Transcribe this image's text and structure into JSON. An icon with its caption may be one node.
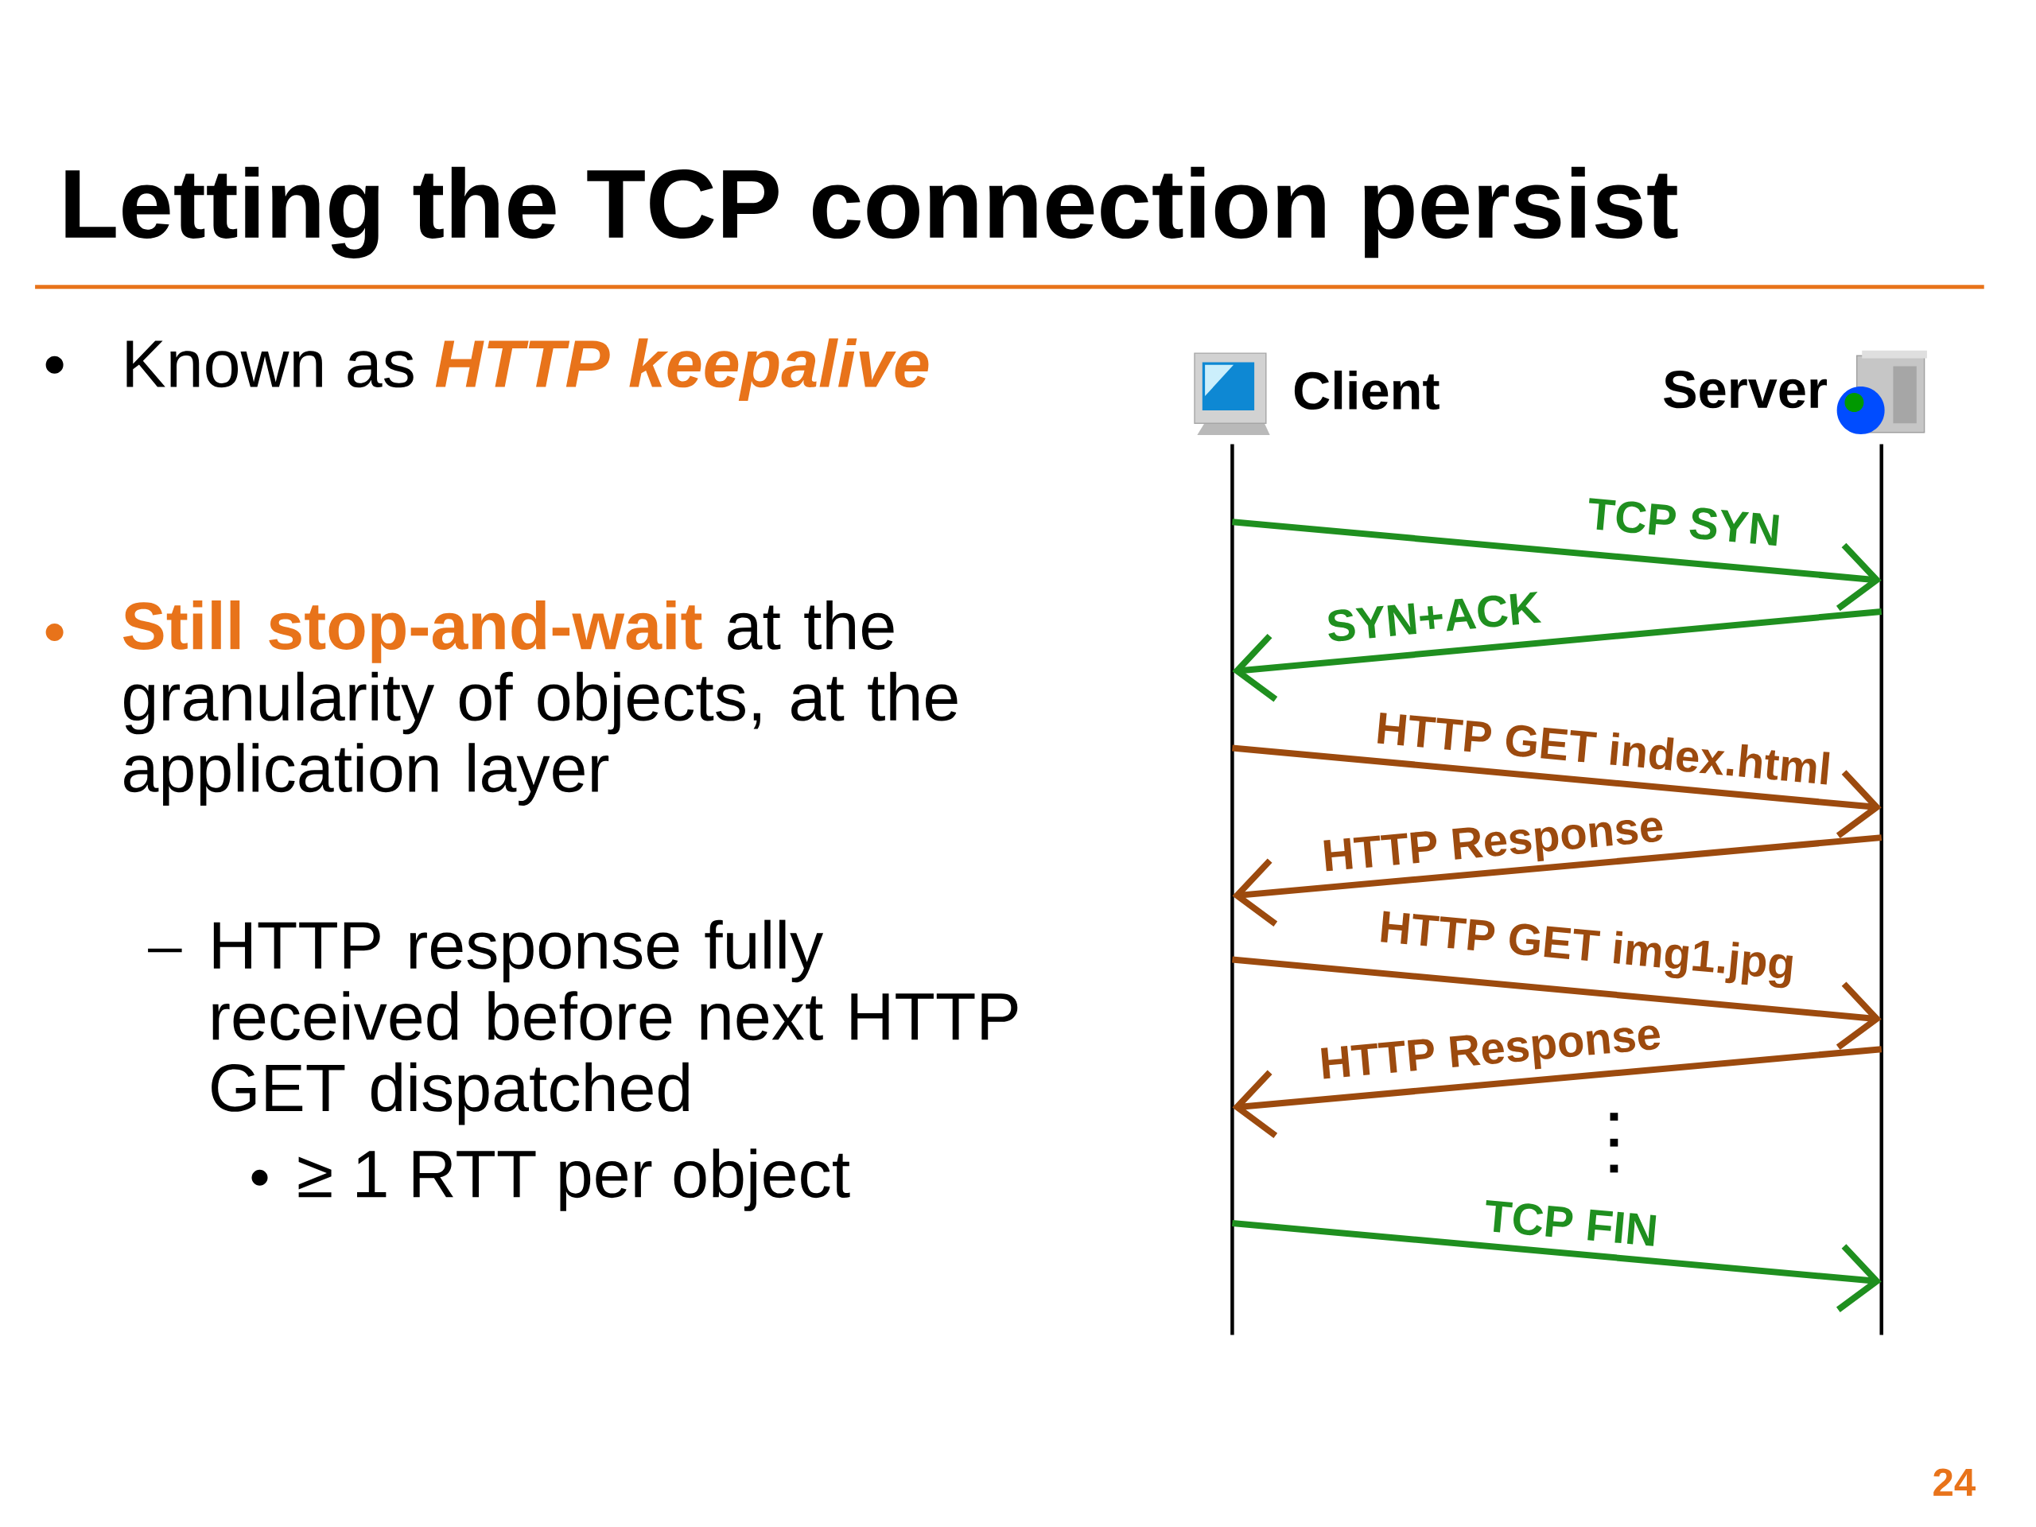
{
  "diagram": {
    "title": "Letting the TCP connection persist",
    "nodes": [
      {
        "text": [
          "Client"
        ]
      },
      {
        "text": [
          "Server"
        ]
      }
    ],
    "edges": [
      {
        "from": 0,
        "to": 1,
        "arrow": "to",
        "label": "TCP SYN",
        "color": "#1f8f1f"
      },
      {
        "from": 1,
        "to": 0,
        "arrow": "to",
        "label": "SYN+ACK",
        "color": "#1f8f1f"
      },
      {
        "from": 0,
        "to": 1,
        "arrow": "to",
        "label": "HTTP GET index.html"
      },
      {
        "from": 1,
        "to": 0,
        "arrow": "to",
        "label": "HTTP Response"
      },
      {
        "from": 0,
        "to": 1,
        "arrow": "to",
        "label": "HTTP GET img1.jpg"
      },
      {
        "from": 1,
        "to": 0,
        "arrow": "to",
        "label": "HTTP Response"
      },
      {
        "from": 0,
        "to": 1,
        "arrow": "to",
        "label": "TCP FIN",
        "color": "#1f8f1f"
      }
    ],
    "labels": [
      "Known as",
      "HTTP keepalive",
      "Still stop-and-wait",
      "at the granularity of objects, at the application layer",
      "HTTP response fully received before next HTTP GET dispatched",
      "≥ 1 RTT per object",
      "24"
    ]
  }
}
